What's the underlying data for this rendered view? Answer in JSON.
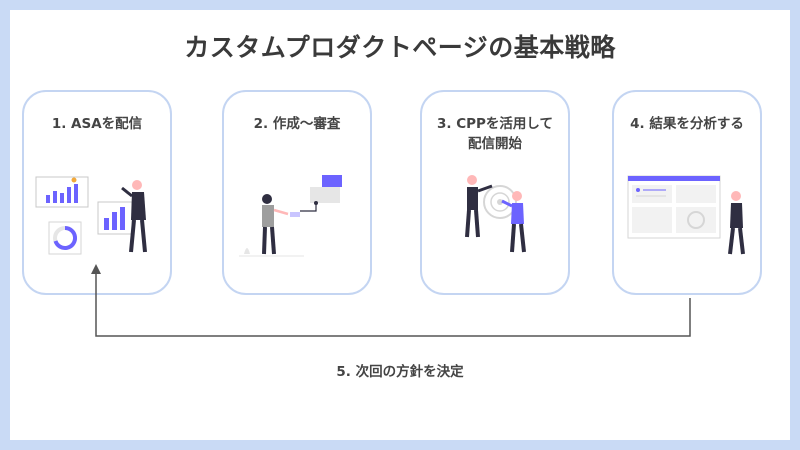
{
  "title": "カスタムプロダクトページの基本戦略",
  "steps": [
    {
      "label": "1. ASAを配信"
    },
    {
      "label": "2. 作成〜審査"
    },
    {
      "label": "3. CPPを活用して\n配信開始"
    },
    {
      "label": "4. 結果を分析する"
    }
  ],
  "loop": {
    "label": "5. 次回の方針を決定"
  },
  "colors": {
    "frame": "#c9daf5",
    "card_border": "#c4d5f2",
    "accent": "#6c63ff",
    "figure_dark": "#2f2e41",
    "arrow": "#555555"
  }
}
